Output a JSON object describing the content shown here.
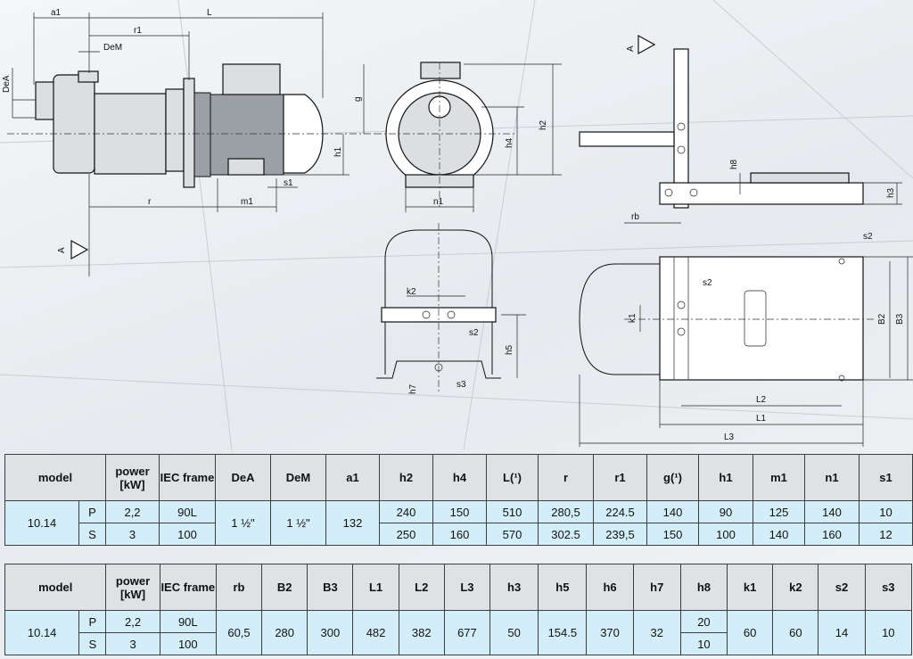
{
  "drawing": {
    "dimension_labels": {
      "a1": "a1",
      "L": "L",
      "r1": "r1",
      "DeM": "DeM",
      "DeA": "DeA",
      "g": "g",
      "h1": "h1",
      "s1": "s1",
      "r": "r",
      "m1": "m1",
      "h4": "h4",
      "h2": "h2",
      "n1": "n1",
      "A_top": "A",
      "A_side": "A",
      "h8": "h8",
      "h3": "h3",
      "rb": "rb",
      "k2": "k2",
      "s2_front": "s2",
      "h5": "h5",
      "h7": "h7",
      "s3": "s3",
      "s2_plan_top": "s2",
      "s2_plan_mid": "s2",
      "k1": "k1",
      "B2": "B2",
      "B3": "B3",
      "L2": "L2",
      "L1": "L1",
      "L3": "L3"
    }
  },
  "table1": {
    "headers": [
      "model",
      "power [kW]",
      "IEC frame",
      "DeA",
      "DeM",
      "a1",
      "h2",
      "h4",
      "L(¹)",
      "r",
      "r1",
      "g(¹)",
      "h1",
      "m1",
      "n1",
      "s1"
    ],
    "model": "10.14",
    "rows": [
      {
        "variant": "P",
        "power": "2,2",
        "frame": "90L",
        "h2": "240",
        "h4": "150",
        "L": "510",
        "r": "280,5",
        "r1": "224.5",
        "g": "140",
        "h1": "90",
        "m1": "125",
        "n1": "140",
        "s1": "10"
      },
      {
        "variant": "S",
        "power": "3",
        "frame": "100",
        "h2": "250",
        "h4": "160",
        "L": "570",
        "r": "302.5",
        "r1": "239,5",
        "g": "150",
        "h1": "100",
        "m1": "140",
        "n1": "160",
        "s1": "12"
      }
    ],
    "shared": {
      "DeA": "1 ½\"",
      "DeM": "1 ½\"",
      "a1": "132"
    }
  },
  "table2": {
    "headers": [
      "model",
      "power [kW]",
      "IEC frame",
      "rb",
      "B2",
      "B3",
      "L1",
      "L2",
      "L3",
      "h3",
      "h5",
      "h6",
      "h7",
      "h8",
      "k1",
      "k2",
      "s2",
      "s3"
    ],
    "model": "10.14",
    "rows": [
      {
        "variant": "P",
        "power": "2,2",
        "frame": "90L",
        "h8": "20"
      },
      {
        "variant": "S",
        "power": "3",
        "frame": "100",
        "h8": "10"
      }
    ],
    "shared": {
      "rb": "60,5",
      "B2": "280",
      "B3": "300",
      "L1": "482",
      "L2": "382",
      "L3": "677",
      "h3": "50",
      "h5": "154.5",
      "h6": "370",
      "h7": "32",
      "k1": "60",
      "k2": "60",
      "s2": "14",
      "s3": "10"
    }
  }
}
